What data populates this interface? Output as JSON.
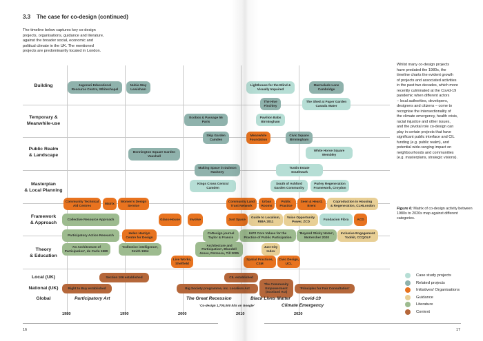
{
  "header": {
    "number": "3.3",
    "title": "The case for co-design (continued)"
  },
  "intro": "The timeline below captures key co-design\nprojects, organisations, guidance and literature,\nagainst the broader social, economic and\npolitical climate in the UK. The mentioned\nprojects are predominantly located in London.",
  "rows": [
    "Building",
    "Temporary &\nMeanwhile-use",
    "Public Realm\n& Landscape",
    "Masterplan\n& Local Planning",
    "Framework\n& Approach",
    "Theory\n& Education",
    "Local (UK)",
    "National (UK)",
    "Global"
  ],
  "items": {
    "building": [
      "Jagonari Educational\nResource Centre, Whitechapel",
      "Nubia Way\nLewisham",
      "Lighthouse for the Blind &\nVisually Impaired",
      "Marmalade Lane\nCambridge",
      "The Hive\nFinchley",
      "The Shed at Paper Garden\nCanada Water"
    ],
    "temporary": [
      "Ecobox & Passage 56\nParis",
      "Pavilion Babs\nBirmingham",
      "Skip Garden\nCamden",
      "Meanwhile\nFoundation",
      "Civic Square\nBirmingham"
    ],
    "public_realm": [
      "Bonnington Square Garden\nVauxhall",
      "White Horse Square\nWembley"
    ],
    "masterplan": [
      "Making Space in Dalston\nHackney",
      "Tustin Estate\nSouthwark",
      "Kings Cross Central\nCamden",
      "South of Ashford\nGarden Community",
      "Purley Regeneration\nFramework, Croydon"
    ],
    "framework": [
      "Community Technical\nAid Centres",
      "Matrix",
      "Women's Design\nService",
      "Community Land\nTrust Network",
      "Urban\nRooms",
      "Public\nPractice",
      "Seen & Heard,\nBrent",
      "Coproduction in Housing\n& Regeneration, CLHLondon",
      "Collective Resource Approach",
      "Glass-House",
      "Involve",
      "Just Space",
      "Guide to Localism,\nRIBA 2011",
      "Voice Opportunity\nPower, ZCD",
      "Fundacion Fibra",
      "ACD"
    ],
    "theory": [
      "Participatory Action Research",
      "Helen Hamlyn\nCentre for Design",
      "CoDesign journal\nTaylor & Francis",
      "IAP2 Core Values for the\nPractice of Public Participation",
      "'Beyond Sticky Notes',\nMcKercher 2020",
      "Inclusive Engagement\nToolkit, CCQOLF",
      "'An Architecture of\nParticipation', de Carlo 1980",
      "'Collective intelligence',\nSmith 1994",
      "'Architecture and\nParticipation', Blundell\nJones, Petrescu, Till 2005",
      "Just City\nIndex",
      "Live Works,\nSheffield",
      "Spatial Practices,\nCSM",
      "Civic Design,\nUCL"
    ],
    "local": [
      "Section 106 established",
      "CIL established"
    ],
    "national": [
      "Right to Buy established",
      "Big Society programme,  inc. Localism Act",
      "The Community\nEmpowerment\n(Scotland Act)",
      "'Principles for Fair Consultation'"
    ],
    "global": [
      "Participatory Art",
      "The Great Recession",
      "'Co-design 1,700,000 hits on Google'",
      "Black Lives Matter",
      "Covid-19",
      "Climate Emergency"
    ]
  },
  "years": [
    "1980",
    "1990",
    "2000",
    "2010",
    "2020"
  ],
  "sidebar": "Whilst many co-design projects\nhave predated the 1980s, the\ntimeline charts the evident growth\nof projects and associated activities\nin the past two decades, which more\nrecently culminated at the Covid-19\npandemic when different actors\n– local authorities, developers,\ndesigners and citizens – come to\nrecognise the intersectionality of\nthe climate emergency, health crisis,\nracial injustice and other issues,\nand the pivotal role co-design can\nplay in certain projects that have\nsignificant public interface and CIL\nfunding (e.g. public realm), and\npotential wide-ranging impact on\nneighbourhoods and communities\n(e.g. masterplans, strategic visions).",
  "caption": {
    "label": "Figure 6:",
    "text": " Matrix of co-design activity between 1980s to 2020s map against different categories."
  },
  "legend": [
    {
      "label": "Case study projects",
      "color": "#b6ded5"
    },
    {
      "label": "Related projects",
      "color": "#8fb2ac"
    },
    {
      "label": "Initiatives/ Organisations",
      "color": "#e8731f"
    },
    {
      "label": "Guidance",
      "color": "#e8cf95"
    },
    {
      "label": "Literature",
      "color": "#9dbb8f"
    },
    {
      "label": "Context",
      "color": "#b5673a"
    }
  ],
  "pages": {
    "left": "16",
    "right": "17"
  }
}
